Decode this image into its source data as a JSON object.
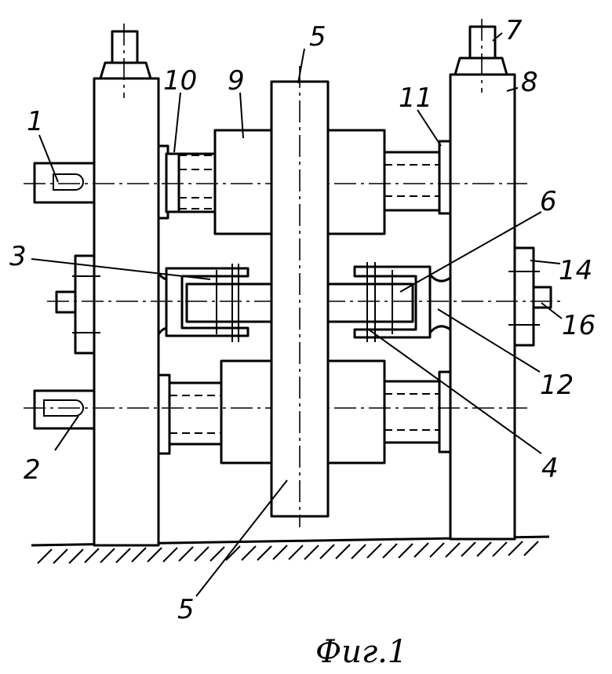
{
  "labels": {
    "n1": "1",
    "n2": "2",
    "n3": "3",
    "n4": "4",
    "n5_top": "5",
    "n5_bottom": "5",
    "n6": "6",
    "n7": "7",
    "n8": "8",
    "n9": "9",
    "n10": "10",
    "n11": "11",
    "n12": "12",
    "n14": "14",
    "n16": "16"
  },
  "caption": "Фиг.1"
}
